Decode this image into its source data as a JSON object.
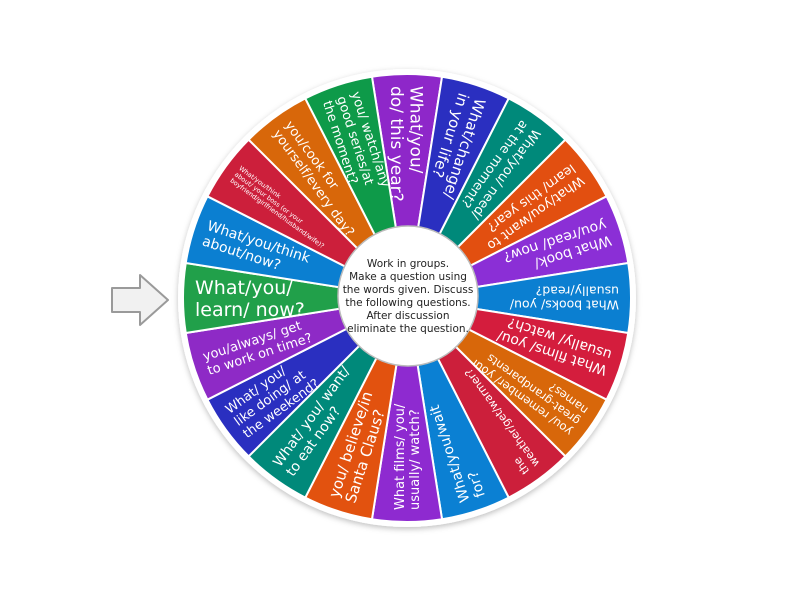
{
  "center": {
    "lines": [
      "Work in groups.",
      "Make a question using",
      "the words given. Discuss",
      "the following questions.",
      "After discussion",
      "eliminate the question."
    ]
  },
  "segments": [
    {
      "lines": [
        "What/you/",
        "do/ this year?"
      ],
      "color": "#8e27c9"
    },
    {
      "lines": [
        "What/change/",
        "in your life?"
      ],
      "color": "#2a2fc0"
    },
    {
      "lines": [
        "What/you/ need/",
        "at the moment?"
      ],
      "color": "#00897a"
    },
    {
      "lines": [
        "What/you/want to",
        "learn/ this year?"
      ],
      "color": "#e24f10"
    },
    {
      "lines": [
        "What book/",
        "you/read/ now?"
      ],
      "color": "#8b2fd6"
    },
    {
      "lines": [
        "What books/ you/",
        "usually/read?"
      ],
      "color": "#0b7fd1"
    },
    {
      "lines": [
        "What films/ you/",
        "usually/ watch?"
      ],
      "color": "#d41d3d"
    },
    {
      "lines": [
        "you/ remember/ your",
        "great-grandparents",
        "names?"
      ],
      "color": "#d8670a"
    },
    {
      "lines": [
        "the",
        "weather/get/warmer?"
      ],
      "color": "#cc1f3b"
    },
    {
      "lines": [
        "What/you/wait",
        "for?"
      ],
      "color": "#0b80d3"
    },
    {
      "lines": [
        "What films/ you/",
        "usually/ watch?"
      ],
      "color": "#8e2ad0"
    },
    {
      "lines": [
        "you/ believe/in",
        "Santa Claus?"
      ],
      "color": "#e2520f"
    },
    {
      "lines": [
        "What/ you/ want/",
        "to eat now?"
      ],
      "color": "#00897a"
    },
    {
      "lines": [
        "What/ you/",
        "like doing/ at",
        "the weekend?"
      ],
      "color": "#2a2fc0"
    },
    {
      "lines": [
        "you/always/ get",
        "to work on time?"
      ],
      "color": "#8e2ac6"
    },
    {
      "lines": [
        "What/you/",
        "learn/ now?"
      ],
      "color": "#21a04a"
    },
    {
      "lines": [
        "What/you/think",
        "about/now?"
      ],
      "color": "#0b7fd1"
    },
    {
      "lines": [
        "What/you/think",
        "about/ your boss (or your",
        "boyfriend/girlfriend/husband/wife)?"
      ],
      "color": "#cc1f3b"
    },
    {
      "lines": [
        "you/cook for",
        "yourself/every day?"
      ],
      "color": "#d8670a"
    },
    {
      "lines": [
        "you/ watch/any",
        "good series/at",
        "the moment?"
      ],
      "color": "#0e9a49"
    }
  ]
}
